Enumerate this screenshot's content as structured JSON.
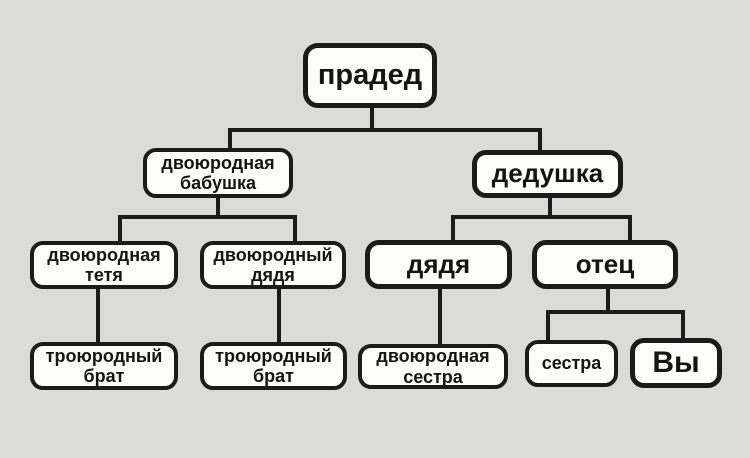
{
  "diagram": {
    "type": "family-tree",
    "language": "ru",
    "colors": {
      "background": "#dbdbd9",
      "line": "#1b1b1b",
      "box_fill": "#fcfcfa",
      "text": "#141414"
    },
    "nodes": [
      {
        "id": "great-grandfather",
        "label": "прадед"
      },
      {
        "id": "great-aunt",
        "label": "двоюродная бабушка"
      },
      {
        "id": "grandfather",
        "label": "дедушка"
      },
      {
        "id": "first-cousin-aunt",
        "label": "двоюродная тетя"
      },
      {
        "id": "first-cousin-uncle",
        "label": "двоюродный дядя"
      },
      {
        "id": "uncle",
        "label": "дядя"
      },
      {
        "id": "father",
        "label": "отец"
      },
      {
        "id": "second-cousin-brother-1",
        "label": "троюродный брат"
      },
      {
        "id": "second-cousin-brother-2",
        "label": "троюродный брат"
      },
      {
        "id": "first-cousin-sister",
        "label": "двоюродная сестра"
      },
      {
        "id": "sister",
        "label": "сестра"
      },
      {
        "id": "you",
        "label": "Вы"
      }
    ],
    "edges": [
      {
        "from": "great-grandfather",
        "to": "great-aunt"
      },
      {
        "from": "great-grandfather",
        "to": "grandfather"
      },
      {
        "from": "great-aunt",
        "to": "first-cousin-aunt"
      },
      {
        "from": "great-aunt",
        "to": "first-cousin-uncle"
      },
      {
        "from": "grandfather",
        "to": "uncle"
      },
      {
        "from": "grandfather",
        "to": "father"
      },
      {
        "from": "first-cousin-aunt",
        "to": "second-cousin-brother-1"
      },
      {
        "from": "first-cousin-uncle",
        "to": "second-cousin-brother-2"
      },
      {
        "from": "uncle",
        "to": "first-cousin-sister"
      },
      {
        "from": "father",
        "to": "sister"
      },
      {
        "from": "father",
        "to": "you"
      }
    ]
  }
}
